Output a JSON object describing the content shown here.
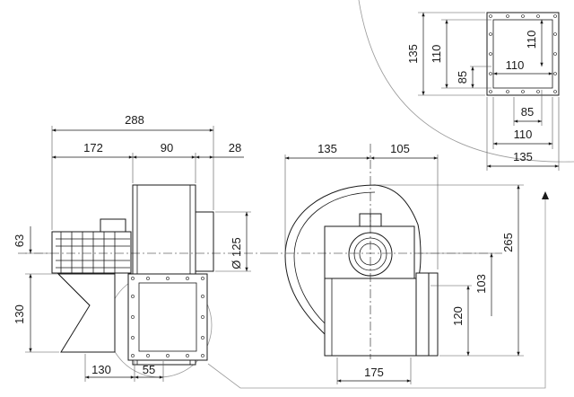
{
  "diagram": {
    "side_view": {
      "overall_width": "288",
      "motor_length": "172",
      "housing_width": "90",
      "outlet_offset": "28",
      "shaft_height": "63",
      "base_height": "130",
      "base_width": "130",
      "outlet_edge": "55",
      "inlet_diameter": "Ø 125"
    },
    "front_view": {
      "left_extent": "135",
      "right_extent": "105",
      "overall_height": "265",
      "flange_height": "103",
      "outlet_center_height": "120",
      "base_width": "175"
    },
    "flange_detail": {
      "outer_height": "135",
      "inner_height": "110",
      "inner_height_right": "110",
      "center_offset_v": "85",
      "inner_width_top": "110",
      "center_offset_h": "85",
      "inner_width": "110",
      "outer_width": "135"
    }
  }
}
